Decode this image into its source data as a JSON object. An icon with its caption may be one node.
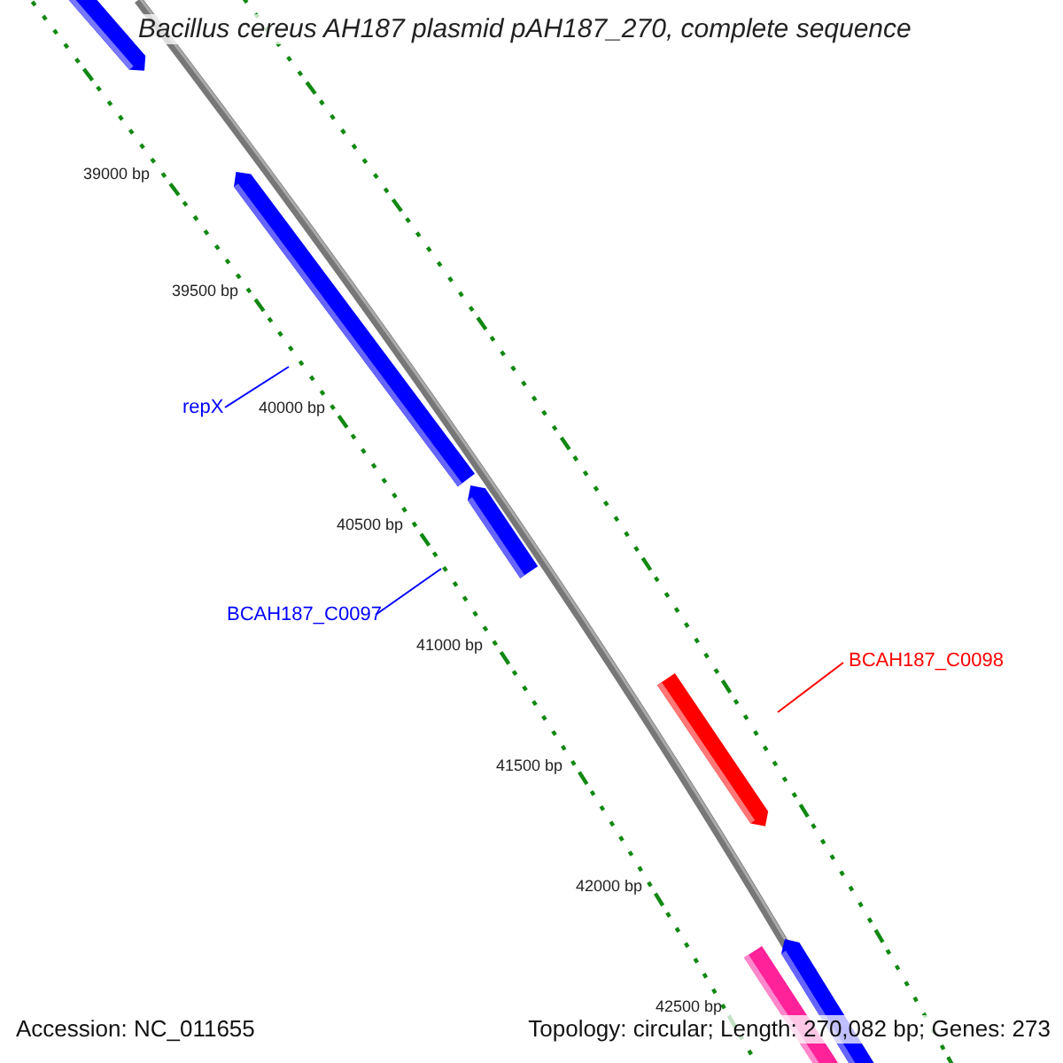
{
  "diagram": {
    "title": "Bacillus cereus AH187 plasmid pAH187_270, complete sequence",
    "nodes": [
      {
        "text": [],
        "shape": "arrow"
      },
      {
        "text": [
          "repX"
        ]
      },
      {
        "text": [],
        "shape": "arrow"
      },
      {
        "text": [
          "BCAH187_C0097"
        ]
      },
      {
        "text": [],
        "shape": "arrow"
      },
      {
        "text": [
          "BCAH187_C0098"
        ]
      },
      {
        "text": [],
        "shape": "arrow"
      },
      {
        "text": [],
        "shape": "arrow"
      },
      {
        "text": [],
        "shape": "arrow"
      }
    ],
    "edges": [
      {
        "from": 1,
        "to": 2,
        "arrow": "none"
      },
      {
        "from": 3,
        "to": 4,
        "arrow": "none"
      },
      {
        "from": 5,
        "to": 6,
        "arrow": "none",
        "color": "#ff0000"
      }
    ],
    "labels": [
      "39000 bp",
      "39500 bp",
      "40000 bp",
      "40500 bp",
      "41000 bp",
      "41500 bp",
      "42000 bp",
      "42500 bp",
      "Accession: NC_011655",
      "Topology: circular; Length: 270,082 bp; Genes: 273"
    ]
  }
}
